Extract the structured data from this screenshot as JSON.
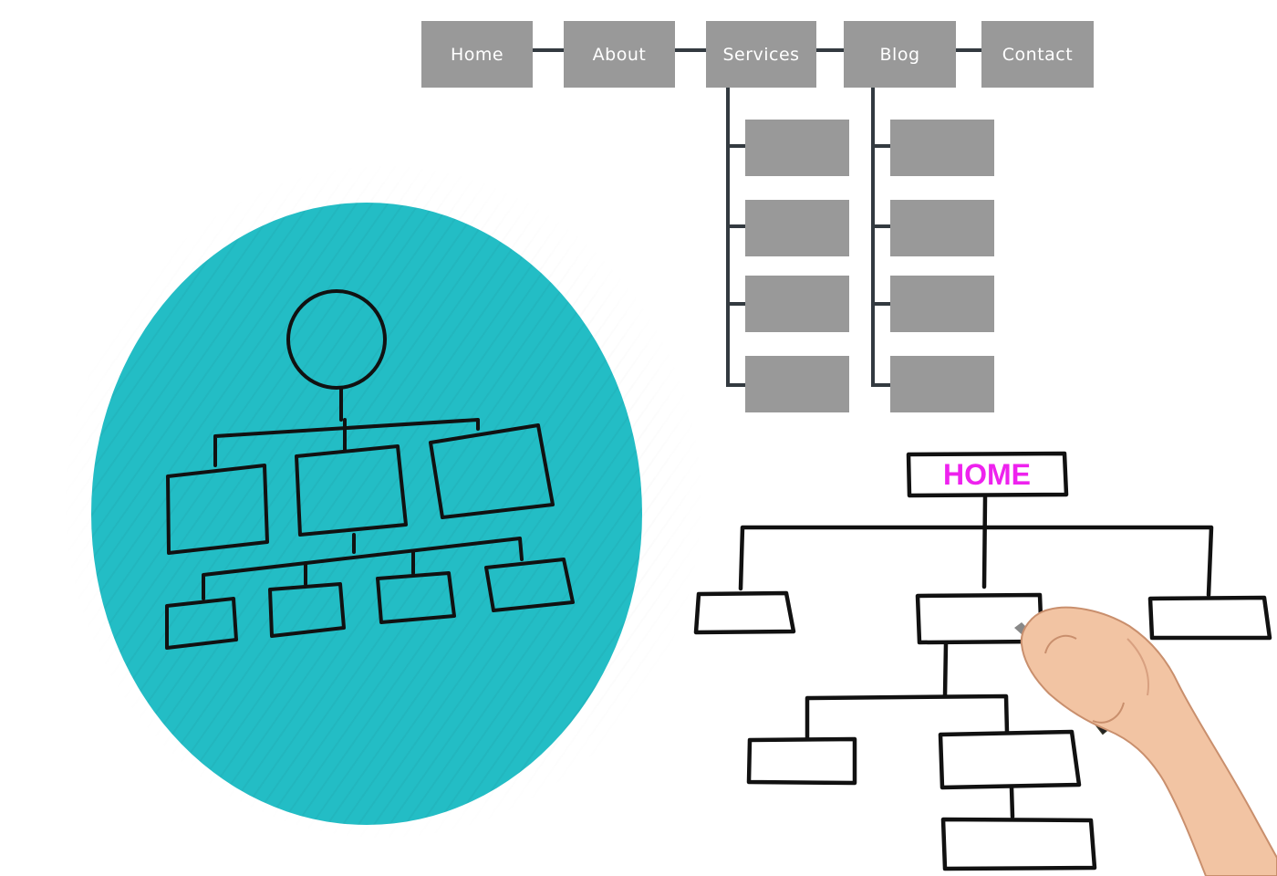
{
  "nav": {
    "items": [
      {
        "label": "Home"
      },
      {
        "label": "About"
      },
      {
        "label": "Services"
      },
      {
        "label": "Blog"
      },
      {
        "label": "Contact"
      }
    ]
  },
  "sitemap": {
    "root_label": "HOME"
  },
  "colors": {
    "nav_box": "#999999",
    "teal": "#23bdc5",
    "home_text": "#ee22ee",
    "line": "#222222"
  },
  "icons": {
    "hierarchy": "hierarchy-icon",
    "hand": "hand-with-marker"
  }
}
